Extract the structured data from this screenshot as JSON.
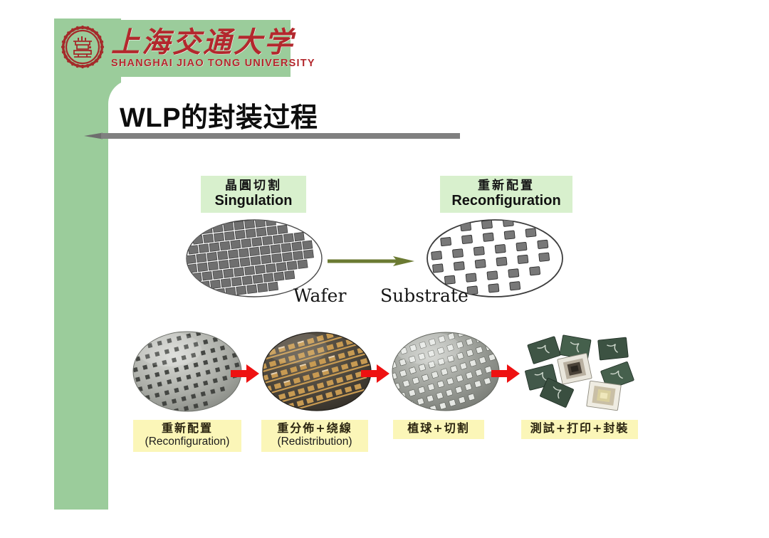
{
  "slide": {
    "title": "WLP的封装过程",
    "background_color": "#ffffff",
    "band_color": "#9bcc9b",
    "rule_color": "#808080"
  },
  "logo": {
    "seal_name": "sjtu-seal",
    "chinese_name": "上海交通大学",
    "english_name": "SHANGHAI JIAO TONG UNIVERSITY",
    "color": "#b3282d"
  },
  "diagram": {
    "top_row": {
      "left_caption": {
        "cn": "晶圓切割",
        "en": "Singulation"
      },
      "right_caption": {
        "cn": "重新配置",
        "en": "Reconfiguration"
      },
      "left_art_label": "Wafer",
      "right_art_label": "Substrate",
      "arrow_color": "#6b7a32",
      "caption_bg": "#d8f0cd"
    },
    "bottom_row": {
      "caption_bg": "#fbf6b8",
      "arrow_color": "#ee1111",
      "steps": [
        {
          "cn": "重新配置",
          "en": "(Reconfiguration)",
          "art": "wafer-gray-holes"
        },
        {
          "cn": "重分佈+绕線",
          "en": "(Redistribution)",
          "art": "wafer-copper-rdl"
        },
        {
          "cn": "植球+切割",
          "en": "",
          "art": "wafer-bumped"
        },
        {
          "cn": "測試+打印+封裝",
          "en": "",
          "art": "diced-chips"
        }
      ]
    }
  }
}
